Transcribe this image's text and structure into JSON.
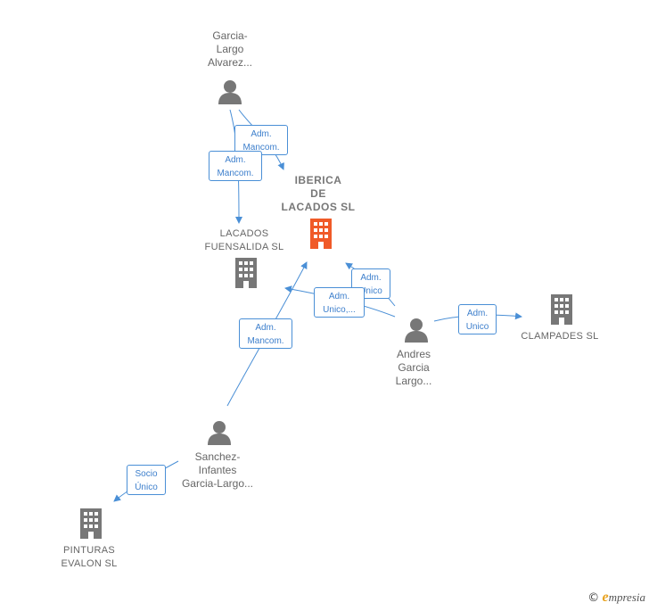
{
  "nodes": {
    "garcia_largo_alvarez": {
      "label": "Garcia-\nLargo\nAlvarez...",
      "icon": "person-icon"
    },
    "iberica_lacados": {
      "label": "IBERICA\nDE\nLACADOS  SL",
      "icon": "building-icon",
      "color": "#f05a28"
    },
    "lacados_fuensalida": {
      "label": "LACADOS\nFUENSALIDA SL",
      "icon": "building-icon"
    },
    "andres_garcia_largo": {
      "label": "Andres\nGarcia\nLargo...",
      "icon": "person-icon"
    },
    "clampades": {
      "label": "CLAMPADES SL",
      "icon": "building-icon"
    },
    "sanchez_infantes": {
      "label": "Sanchez-\nInfantes\nGarcia-Largo...",
      "icon": "person-icon"
    },
    "pinturas_evalon": {
      "label": "PINTURAS\nEVALON  SL",
      "icon": "building-icon"
    }
  },
  "edges": {
    "e1": {
      "label": "Adm.\nMancom."
    },
    "e2": {
      "label": "Adm.\nMancom."
    },
    "e3": {
      "label": "Adm.\nUnico"
    },
    "e4": {
      "label": "Adm.\nUnico,..."
    },
    "e5": {
      "label": "Adm.\nUnico"
    },
    "e6": {
      "label": "Adm.\nMancom."
    },
    "e7": {
      "label": "Socio\nÚnico"
    }
  },
  "colors": {
    "edge": "#4a8fd6",
    "node": "#777777",
    "focus": "#f05a28"
  },
  "brand": {
    "copyright": "©",
    "name": "mpresia",
    "initial": "e"
  }
}
